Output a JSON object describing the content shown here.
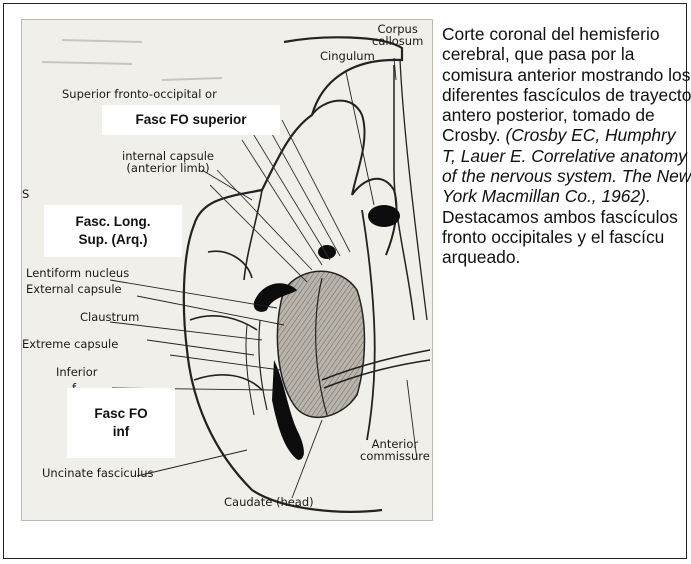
{
  "figure": {
    "labels": {
      "corpus_callosum": "Corpus\ncallosum",
      "cingulum": "Cingulum",
      "superior_fronto_occipital": "Superior fronto-occipital or",
      "internal_capsule": "internal capsule\n(anterior limb)",
      "lentiform_nucleus": "Lentiform nucleus",
      "external_capsule": "External capsule",
      "claustrum": "Claustrum",
      "extreme_capsule": "Extreme capsule",
      "inferior": "Inferior",
      "inferior_f": "f",
      "uncinate_fasciculus": "Uncinate fasciculus",
      "caudate_head": "Caudate (head)",
      "anterior_commissure": "Anterior\ncommissure",
      "s_fragment": "S"
    },
    "boxes": {
      "fasc_fo_superior": "Fasc FO superior",
      "fasc_long_sup": "Fasc. Long.\nSup. (Arq.)",
      "fasc_fo_inf": "Fasc FO\ninf"
    }
  },
  "caption": {
    "intro": "Corte coronal del hemisferio cerebral, que pasa por la comisura anterior mostrando los diferentes fascículos de trayecto antero posterior, tomado de Crosby.",
    "citation": "(Crosby EC, Humphry T, Lauer E. Correlative anatomy of the nervous system. The New York Macmillan Co., 1962).",
    "closing": "Destacamos ambos fascículos fronto occipitales y el fascícu arqueado."
  }
}
